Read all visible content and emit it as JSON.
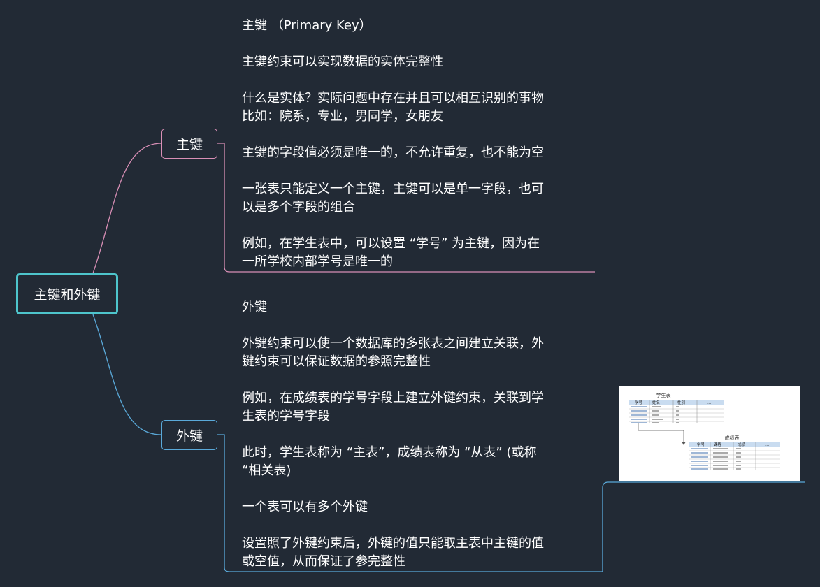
{
  "root": {
    "label": "主键和外键"
  },
  "primary_key": {
    "label": "主键",
    "notes": [
      "主键 （Primary Key）",
      "主键约束可以实现数据的实体完整性",
      "什么是实体？实际问题中存在并且可以相互识别的事物",
      "比如：院系，专业，男同学，女朋友",
      "主键的字段值必须是唯一的，不允许重复，也不能为空",
      "一张表只能定义一个主键，主键可以是单一字段，也可",
      "以是多个字段的组合",
      "例如，在学生表中，可以设置 “学号” 为主键，因为在",
      "一所学校内部学号是唯一的"
    ]
  },
  "foreign_key": {
    "label": "外键",
    "notes": [
      "外键",
      "外键约束可以使一个数据库的多张表之间建立关联，外",
      "键约束可以保证数据的参照完整性",
      "例如，在成绩表的学号字段上建立外键约束，关联到学",
      "生表的学号字段",
      "此时，学生表称为 “主表”，成绩表称为 “从表” (或称",
      " “相关表)",
      "一个表可以有多个外键",
      "设置照了外键约束后，外键的值只能取主表中主键的值",
      "或空值，从而保证了参完整性"
    ],
    "image": {
      "student_table": {
        "title": "学生表",
        "headers": [
          "学号",
          "姓名",
          "性别",
          "…"
        ]
      },
      "score_table": {
        "title": "成绩表",
        "headers": [
          "学号",
          "课程",
          "成绩",
          "…"
        ]
      }
    }
  },
  "colors": {
    "background": "#222a35",
    "root_border": "#4ec5cc",
    "pk_branch": "#d98fb6",
    "fk_branch": "#5aa9d9",
    "text": "#ffffff"
  }
}
